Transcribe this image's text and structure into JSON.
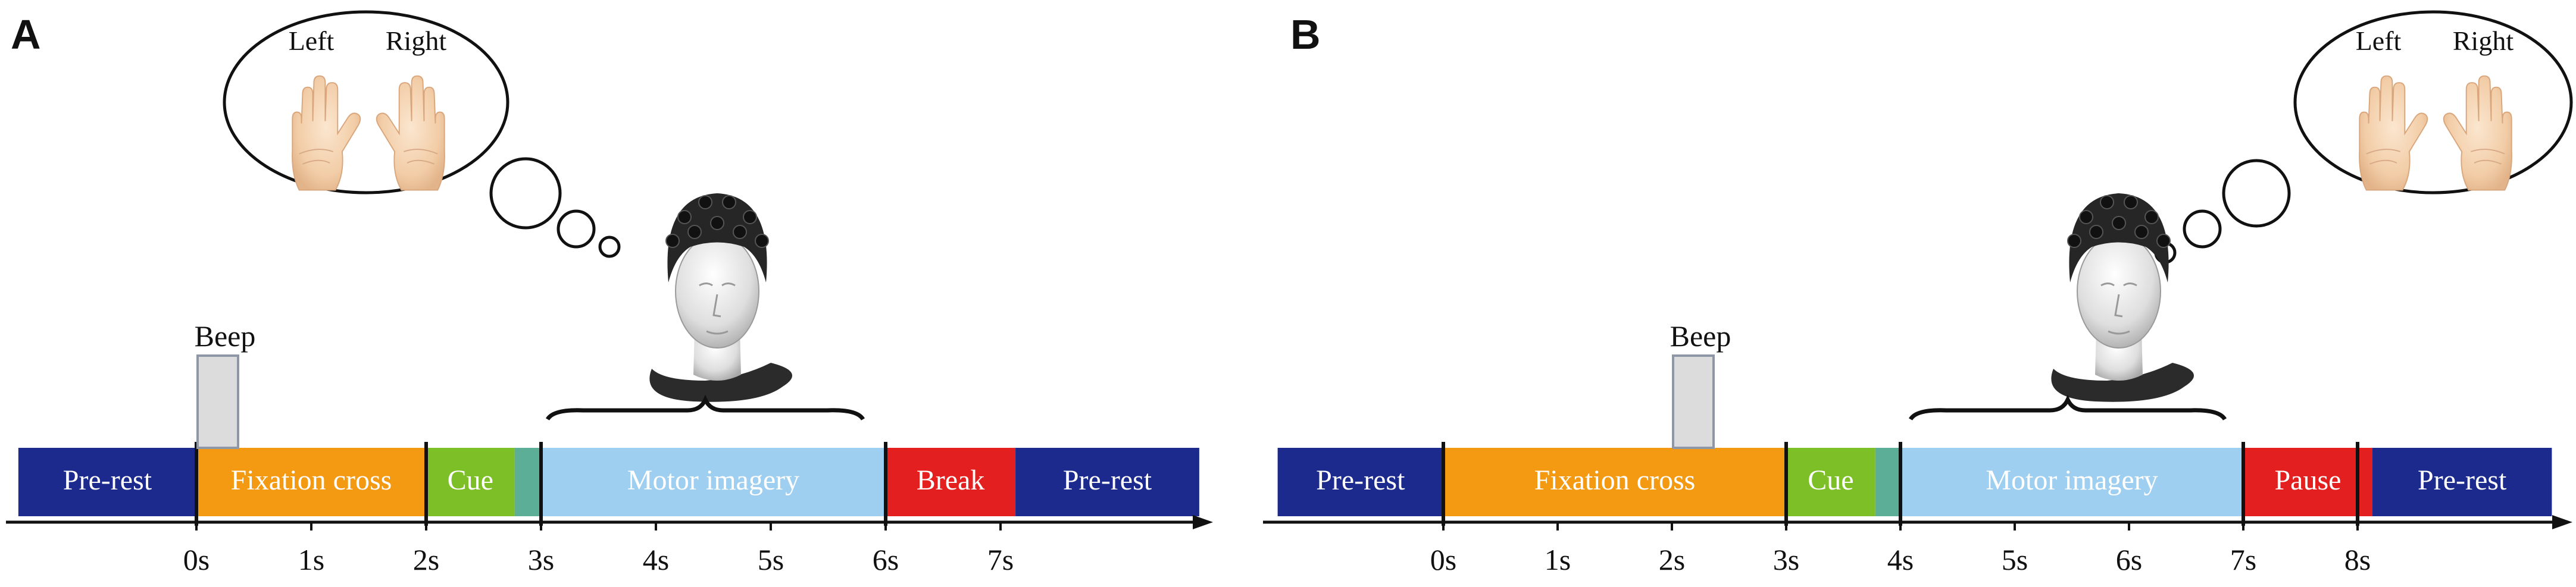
{
  "colors": {
    "pre_rest": "#1b2a8c",
    "fixation": "#f39a12",
    "cue": "#7dbf26",
    "transition": "#5dae96",
    "motor_imagery": "#9fcff0",
    "break": "#e41f1f",
    "beep_box": "#dcdcdc",
    "axis": "#111111"
  },
  "panels": [
    {
      "letter": "A",
      "beep_label": "Beep",
      "beep_time": 0,
      "hands": {
        "left_label": "Left",
        "right_label": "Right"
      },
      "segments": [
        {
          "label": "Pre-rest",
          "start": -1.55,
          "end": 0,
          "color": "pre_rest"
        },
        {
          "label": "Fixation cross",
          "start": 0,
          "end": 2,
          "color": "fixation"
        },
        {
          "label": "Cue",
          "start": 2,
          "end": 2.77,
          "color": "cue"
        },
        {
          "label": "",
          "start": 2.77,
          "end": 3,
          "color": "transition"
        },
        {
          "label": "Motor imagery",
          "start": 3,
          "end": 6,
          "color": "motor_imagery"
        },
        {
          "label": "Break",
          "start": 6,
          "end": 7.13,
          "color": "break"
        },
        {
          "label": "Pre-rest",
          "start": 7.13,
          "end": 8.73,
          "color": "pre_rest"
        }
      ],
      "ticks": [
        {
          "t": 0,
          "label": "0s"
        },
        {
          "t": 1,
          "label": "1s"
        },
        {
          "t": 2,
          "label": "2s"
        },
        {
          "t": 3,
          "label": "3s"
        },
        {
          "t": 4,
          "label": "4s"
        },
        {
          "t": 5,
          "label": "5s"
        },
        {
          "t": 6,
          "label": "6s"
        },
        {
          "t": 7,
          "label": "7s"
        }
      ],
      "dividers": [
        0,
        2,
        3,
        6
      ]
    },
    {
      "letter": "B",
      "beep_label": "Beep",
      "beep_time": 2,
      "hands": {
        "left_label": "Left",
        "right_label": "Right"
      },
      "segments": [
        {
          "label": "Pre-rest",
          "start": -1.45,
          "end": 0,
          "color": "pre_rest"
        },
        {
          "label": "Fixation cross",
          "start": 0,
          "end": 3,
          "color": "fixation"
        },
        {
          "label": "Cue",
          "start": 3,
          "end": 3.78,
          "color": "cue"
        },
        {
          "label": "",
          "start": 3.78,
          "end": 4,
          "color": "transition"
        },
        {
          "label": "Motor imagery",
          "start": 4,
          "end": 7,
          "color": "motor_imagery"
        },
        {
          "label": "Pause",
          "start": 7,
          "end": 8.13,
          "color": "break"
        },
        {
          "label": "Pre-rest",
          "start": 8.13,
          "end": 9.7,
          "color": "pre_rest"
        }
      ],
      "ticks": [
        {
          "t": 0,
          "label": "0s"
        },
        {
          "t": 1,
          "label": "1s"
        },
        {
          "t": 2,
          "label": "2s"
        },
        {
          "t": 3,
          "label": "3s"
        },
        {
          "t": 4,
          "label": "4s"
        },
        {
          "t": 5,
          "label": "5s"
        },
        {
          "t": 6,
          "label": "6s"
        },
        {
          "t": 7,
          "label": "7s"
        },
        {
          "t": 8,
          "label": "8s"
        }
      ],
      "dividers": [
        0,
        3,
        4,
        7,
        8
      ]
    }
  ]
}
